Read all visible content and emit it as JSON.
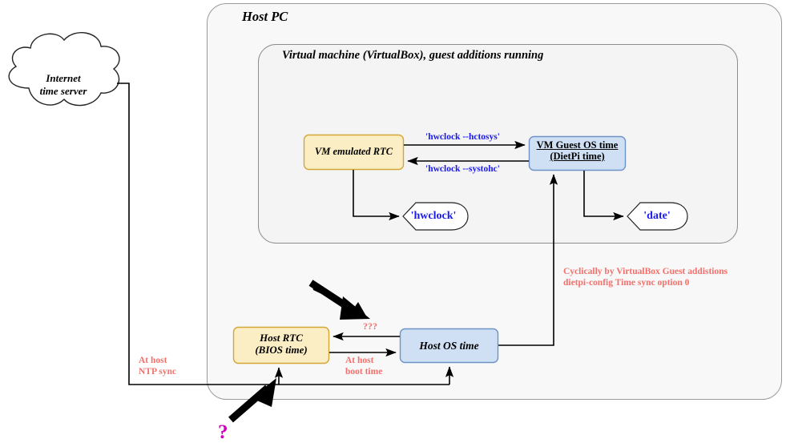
{
  "diagram": {
    "title_host": "Host PC",
    "title_vm": "Virtual machine (VirtualBox), guest additions running",
    "cloud": {
      "line1": "Internet",
      "line2": "time server"
    },
    "nodes": {
      "vm_rtc": "VM emulated RTC",
      "vm_guest_line1": "VM Guest OS time",
      "vm_guest_line2": "(DietPi time)",
      "host_rtc_line1": "Host RTC",
      "host_rtc_line2": "(BIOS time)",
      "host_os_time": "Host OS time",
      "hwclock_cmd": "'hwclock'",
      "date_cmd": "'date'"
    },
    "edge_labels": {
      "hctosys": "'hwclock --hctosys'",
      "systohc": "'hwclock --systohc'"
    },
    "notes": {
      "cyclic_line1": "Cyclically by VirtualBox Guest addistions",
      "cyclic_line2": "dietpi-config Time sync option 0",
      "ntp_line1": "At host",
      "ntp_line2": "NTP sync",
      "boot_line1": "At host",
      "boot_line2": "boot time",
      "unknown_marks": "???",
      "question_mark": "?"
    },
    "colors": {
      "rtc_fill": "#fbeec4",
      "rtc_stroke": "#d4a537",
      "os_fill": "#cfe0f5",
      "os_stroke": "#6e93c6",
      "container_fill": "#f8f8f8",
      "container_stroke": "#9a9a9a",
      "edge_label_color": "#1a1aee",
      "note_color": "#f4706b",
      "question_color": "#cc00bb",
      "line_color": "#000000"
    }
  }
}
